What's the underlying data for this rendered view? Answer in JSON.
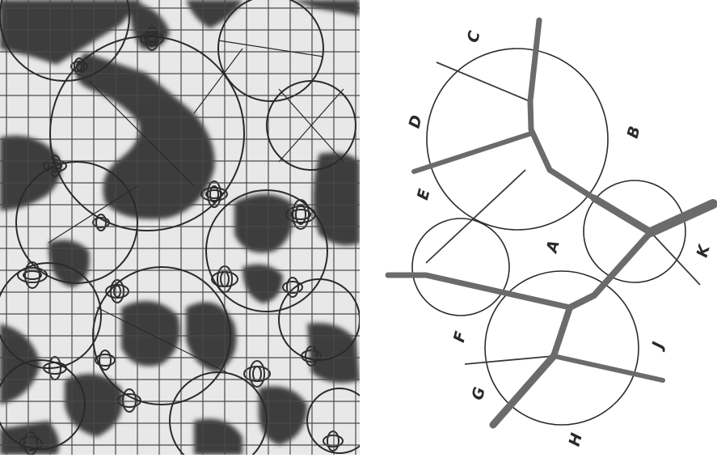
{
  "figure": {
    "left_panel": {
      "description_colors": {
        "background": "#e9e9e9",
        "dark": "#3a3a3a",
        "grid": "#4a4a4a"
      }
    },
    "right_panel": {
      "labels": [
        "A",
        "B",
        "C",
        "D",
        "E",
        "F",
        "G",
        "H",
        "J",
        "K"
      ],
      "colors": {
        "circle": "#2b2b2b",
        "thick_line": "#6b6b6b",
        "thin_line": "#3a3a3a"
      }
    }
  }
}
